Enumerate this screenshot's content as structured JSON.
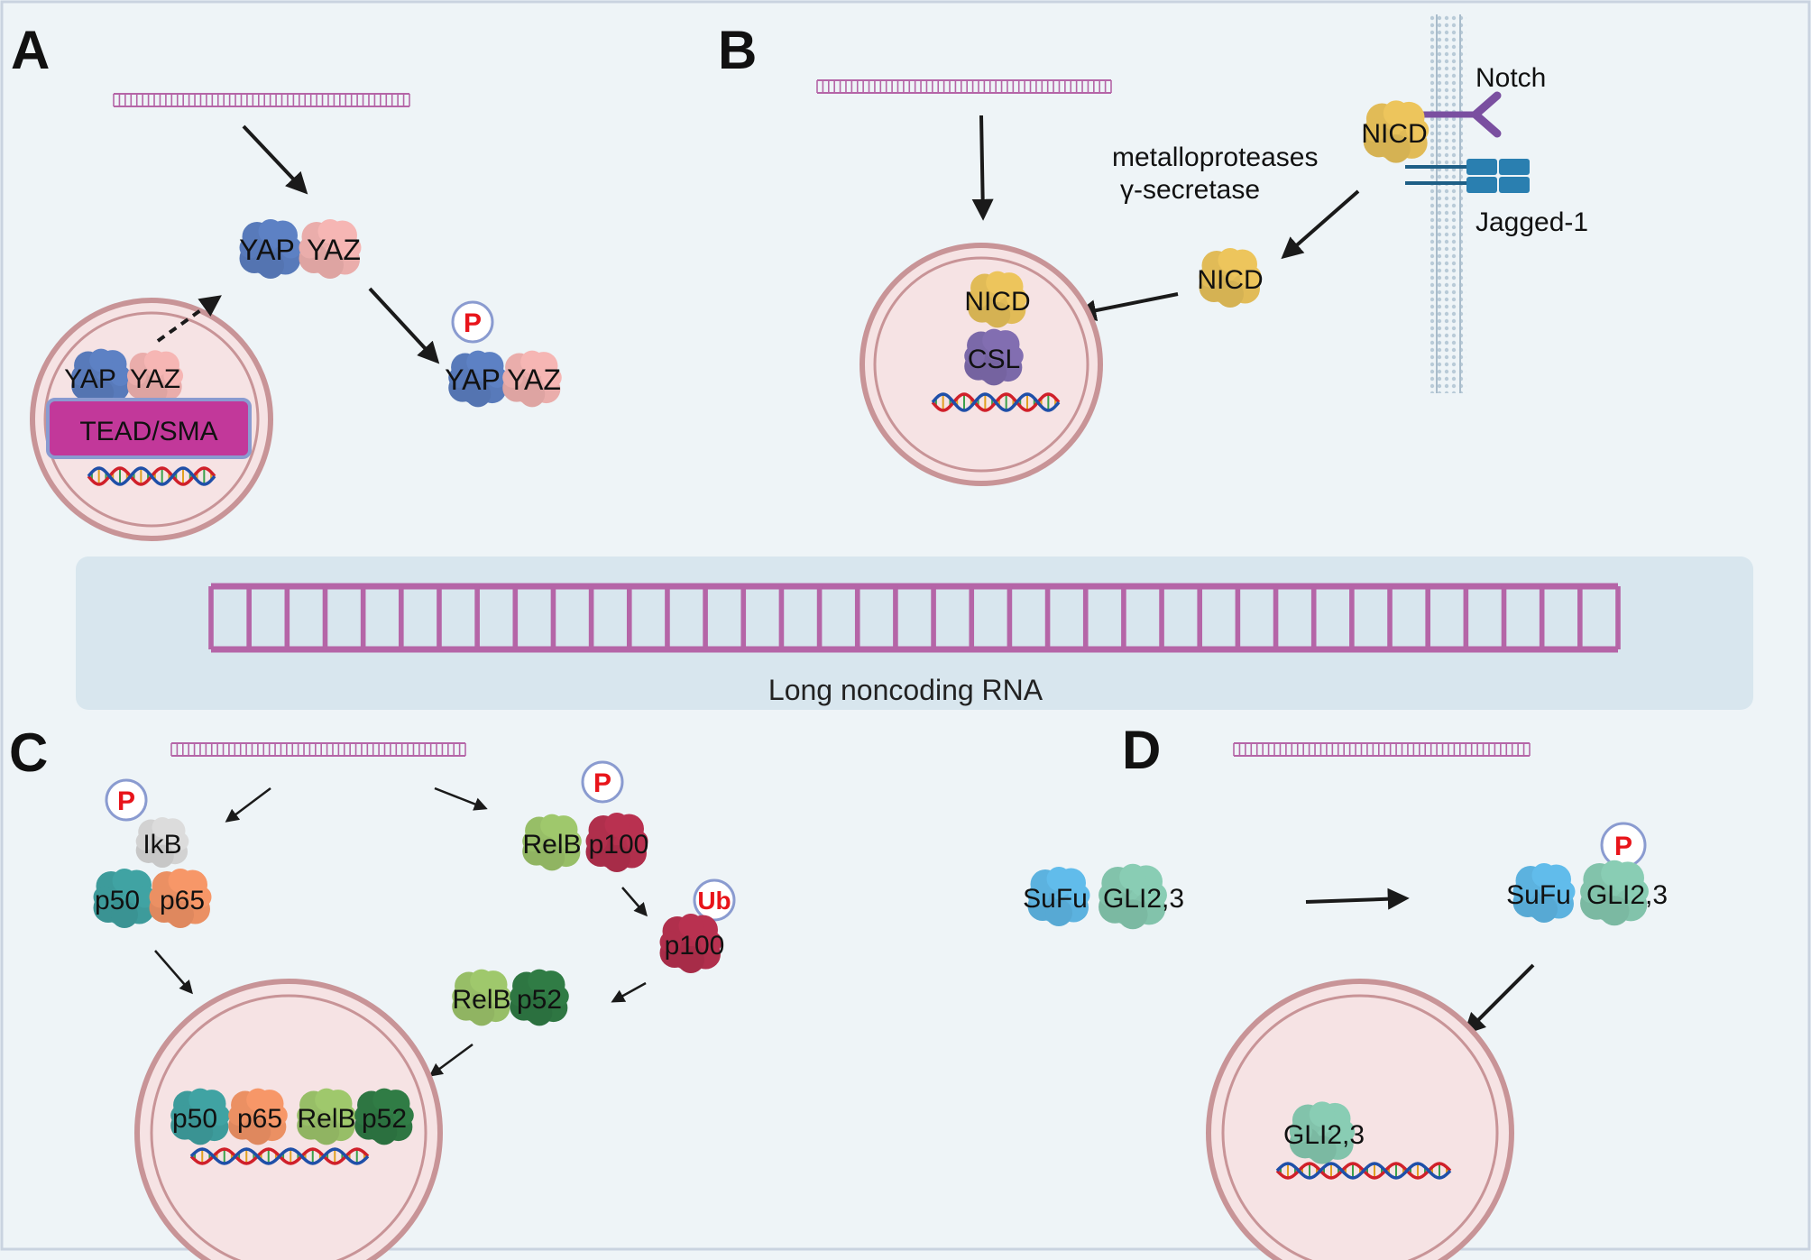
{
  "figure": {
    "center_band_label": "Long noncoding RNA",
    "colors": {
      "background": "#eef4f7",
      "band": "#d8e6ee",
      "rna": "#b565a7",
      "nucleus_fill": "#f6e3e4",
      "nucleus_ring": "#c89497",
      "arrow": "#1a1a1a",
      "phospho": "#e8141a",
      "yap": "#5b7ec0",
      "yaz": "#f1b2b0",
      "tead": "#c2389a",
      "nicd": "#e8c15a",
      "csl": "#7f6cae",
      "notch": "#7a4fa0",
      "jagged": "#2a7fb0",
      "ikb": "#d8d8d8",
      "p50": "#3fa0a0",
      "p65": "#f29466",
      "relb": "#9cc46a",
      "p52": "#2f7a44",
      "p100": "#b5304e",
      "sufu": "#5fb8e6",
      "gli": "#86c9b0"
    }
  },
  "panels": {
    "A": {
      "letter": "A",
      "yap": "YAP",
      "yaz": "YAZ",
      "phospho": "P",
      "tead": "TEAD/SMA"
    },
    "B": {
      "letter": "B",
      "notch": "Notch",
      "nicd": "NICD",
      "enzyme_line1": "metalloproteases",
      "enzyme_line2": "γ-secretase",
      "jagged": "Jagged-1",
      "csl": "CSL"
    },
    "C": {
      "letter": "C",
      "phospho": "P",
      "ubiquitin": "Ub",
      "ikb": "IkB",
      "p50": "p50",
      "p65": "p65",
      "relb": "RelB",
      "p100": "p100",
      "p52": "p52"
    },
    "D": {
      "letter": "D",
      "phospho": "P",
      "sufu": "SuFu",
      "gli": "GLI2,3"
    }
  }
}
